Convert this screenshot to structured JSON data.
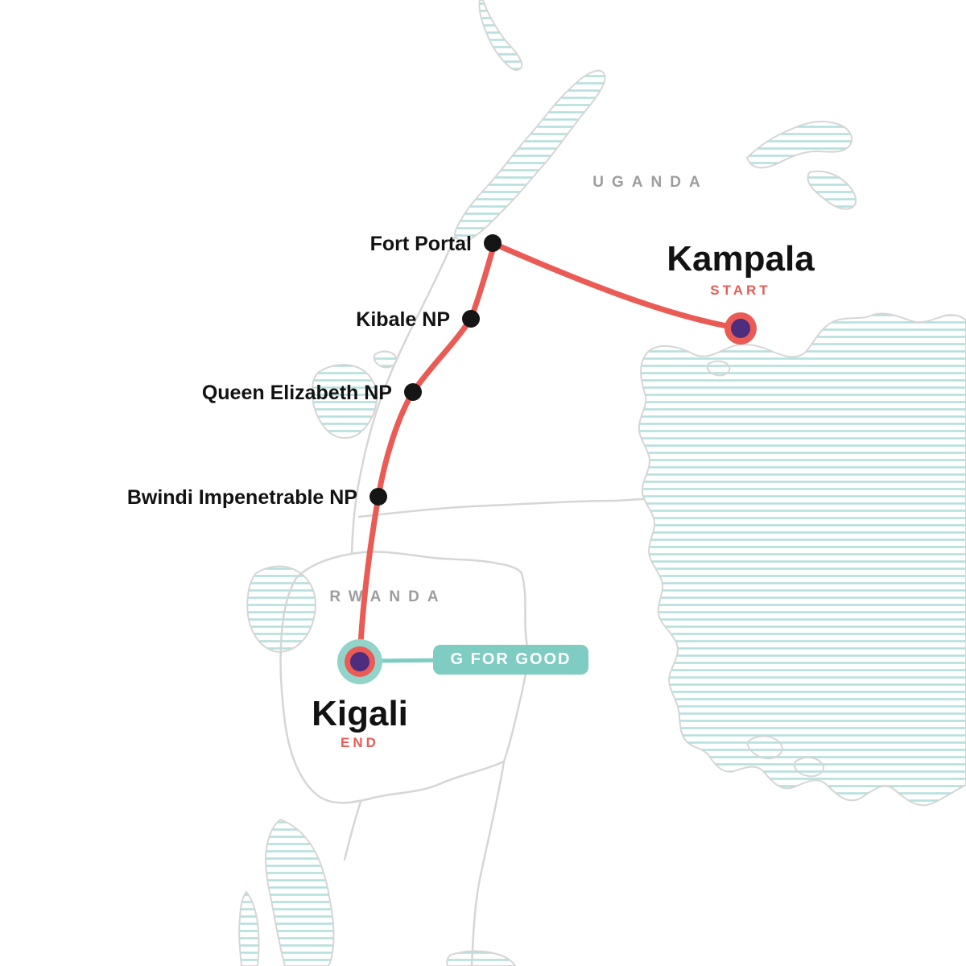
{
  "countries": [
    {
      "name": "UGANDA"
    },
    {
      "name": "RWANDA"
    }
  ],
  "route": {
    "stops": [
      {
        "name": "Kampala",
        "tag": "START"
      },
      {
        "name": "Fort Portal"
      },
      {
        "name": "Kibale NP"
      },
      {
        "name": "Queen Elizabeth NP"
      },
      {
        "name": "Bwindi Impenetrable NP"
      },
      {
        "name": "Kigali",
        "tag": "END"
      }
    ]
  },
  "badge": {
    "label": "G FOR GOOD"
  },
  "colors": {
    "route_red": "#EA5B55",
    "marker_purple": "#4E2D7E",
    "stop_dot_black": "#151515",
    "badge_teal": "#7FCCC2",
    "kigali_halo_teal": "#93D4CA",
    "lake_hatch_teal": "#B5E0DD",
    "border_gray": "#D6D6D6",
    "country_label_gray": "#9D9D9D",
    "start_end_red": "#EA5B55"
  }
}
